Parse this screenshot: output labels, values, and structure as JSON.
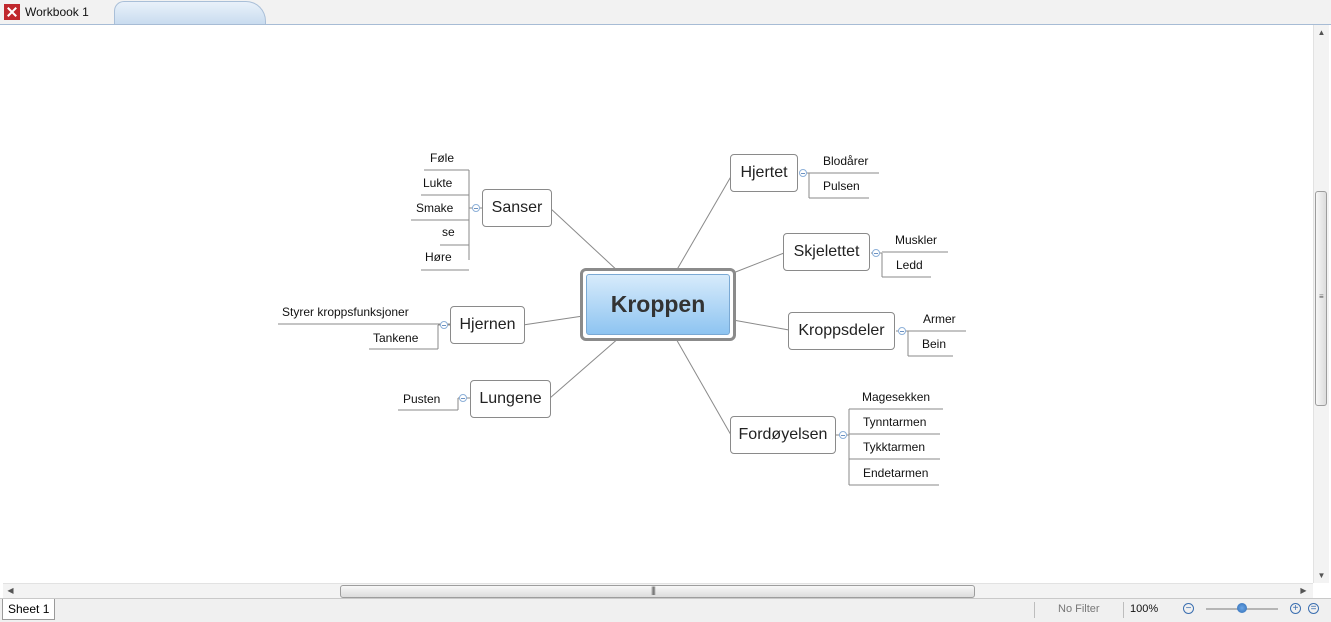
{
  "window": {
    "workbook_title": "Workbook 1"
  },
  "mindmap": {
    "central": "Kroppen",
    "branches": {
      "sanser": {
        "label": "Sanser",
        "children": [
          "Føle",
          "Lukte",
          "Smake",
          "se",
          "Høre"
        ]
      },
      "hjernen": {
        "label": "Hjernen",
        "children": [
          "Styrer kroppsfunksjoner",
          "Tankene"
        ]
      },
      "lungene": {
        "label": "Lungene",
        "children": [
          "Pusten"
        ]
      },
      "hjertet": {
        "label": "Hjertet",
        "children": [
          "Blodårer",
          "Pulsen"
        ]
      },
      "skjelettet": {
        "label": "Skjelettet",
        "children": [
          "Muskler",
          "Ledd"
        ]
      },
      "kroppsdeler": {
        "label": "Kroppsdeler",
        "children": [
          "Armer",
          "Bein"
        ]
      },
      "fordoyelsen": {
        "label": "Fordøyelsen",
        "children": [
          "Magesekken",
          "Tynntarmen",
          "Tykktarmen",
          "Endetarmen"
        ]
      }
    }
  },
  "statusbar": {
    "sheet_tab": "Sheet 1",
    "filter": "No Filter",
    "zoom": "100%"
  },
  "colors": {
    "central_fill": "#8ec4f1",
    "line": "#8a8a8a",
    "accent": "#3b6fb0"
  }
}
